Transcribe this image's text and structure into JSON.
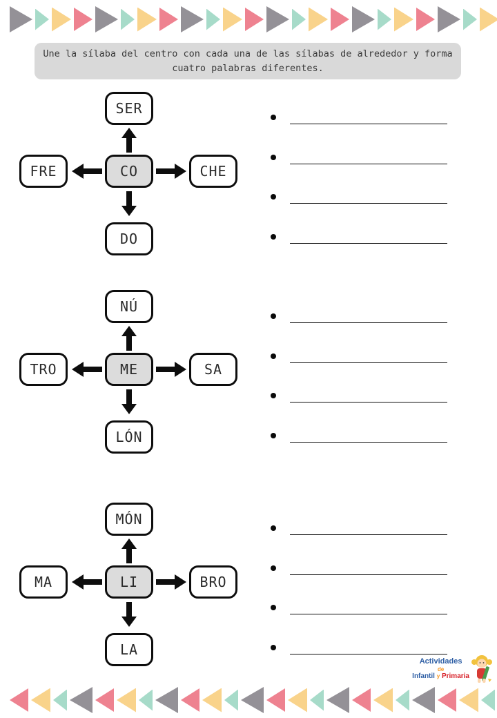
{
  "page": {
    "instruction": "Une la sílaba del centro con cada una de las sílabas de alrededor y forma cuatro palabras diferentes."
  },
  "diagrams": [
    {
      "top": "SER",
      "left": "FRE",
      "center": "CO",
      "right": "CHE",
      "bottom": "DO"
    },
    {
      "top": "NÚ",
      "left": "TRO",
      "center": "ME",
      "right": "SA",
      "bottom": "LÓN"
    },
    {
      "top": "MÓN",
      "left": "MA",
      "center": "LI",
      "right": "BRO",
      "bottom": "LA"
    }
  ],
  "answers": {
    "lines_per_diagram": 4,
    "line_value": ""
  },
  "borders": {
    "triangles_per_row": 24,
    "top_pattern": [
      "gray",
      "mint",
      "yellow",
      "pink"
    ],
    "bottom_pattern": [
      "pink",
      "yellow",
      "mint",
      "gray"
    ]
  },
  "colors": {
    "triangle_gray": "#949197",
    "triangle_mint": "#a7dbc9",
    "triangle_yellow": "#f9d38b",
    "triangle_pink": "#ee8290",
    "instruction_fill": "#d9d9d9",
    "center_box_fill": "#dcdcdc",
    "ink": "#0d0d0d",
    "logo_blue": "#2f5fa5",
    "logo_orange": "#f7941d",
    "logo_red": "#d71f27"
  },
  "logo": {
    "line1": "Actividades",
    "line2": "de",
    "line3_word1": "Infantil",
    "line3_word2": "y",
    "line3_word3": "Primaria"
  }
}
